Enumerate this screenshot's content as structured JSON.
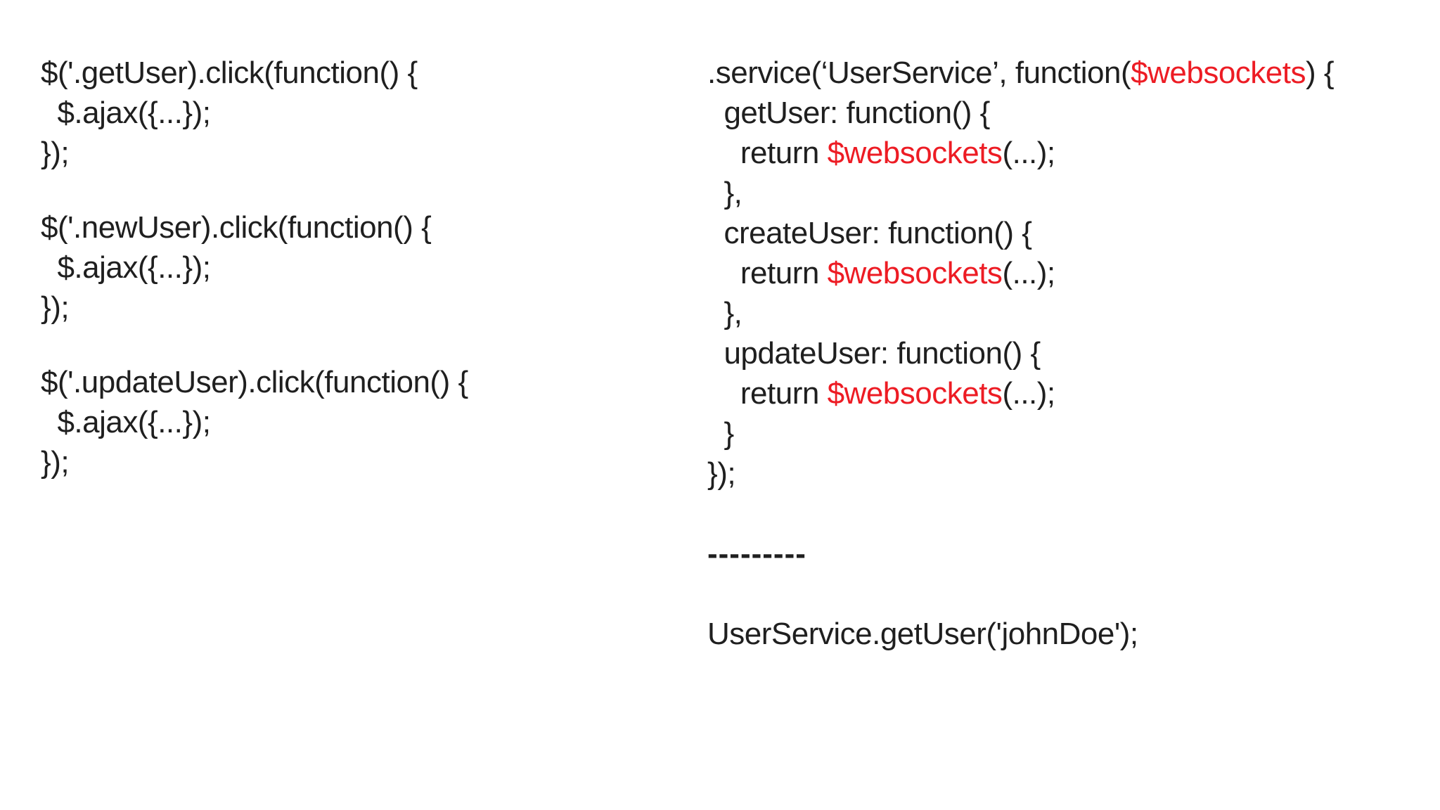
{
  "slide": {
    "background": "#ffffff",
    "text_color": "#1f1f1f",
    "highlight_red": "#ed1c24"
  },
  "left_column": {
    "description": "jquery-ajax-click-handlers",
    "blocks": [
      {
        "name": "getuser-click-handler-block",
        "lines": [
          [
            {
              "t": "$('.getUser).click(function() {"
            }
          ],
          [
            {
              "t": "  $.ajax({...});"
            }
          ],
          [
            {
              "t": "});"
            }
          ]
        ]
      },
      {
        "name": "newuser-click-handler-block",
        "lines": [
          [
            {
              "t": "$('.newUser).click(function() {"
            }
          ],
          [
            {
              "t": "  $.ajax({...});"
            }
          ],
          [
            {
              "t": "});"
            }
          ]
        ]
      },
      {
        "name": "updateuser-click-handler-block",
        "lines": [
          [
            {
              "t": "$('.updateUser).click(function() {"
            }
          ],
          [
            {
              "t": "  $.ajax({...});"
            }
          ],
          [
            {
              "t": "});"
            }
          ]
        ]
      }
    ]
  },
  "right_column": {
    "description": "angular-userservice-websockets",
    "blocks": [
      {
        "name": "user-service-definition-block",
        "lines": [
          [
            {
              "t": ".service(‘UserService’, function("
            },
            {
              "t": "$websockets",
              "red": true
            },
            {
              "t": ") {"
            }
          ],
          [
            {
              "t": "  getUser: function() {"
            }
          ],
          [
            {
              "t": "    return "
            },
            {
              "t": "$websockets",
              "red": true
            },
            {
              "t": "(...);"
            }
          ],
          [
            {
              "t": "  },"
            }
          ],
          [
            {
              "t": "  createUser: function() {"
            }
          ],
          [
            {
              "t": "    return "
            },
            {
              "t": "$websockets",
              "red": true
            },
            {
              "t": "(...);"
            }
          ],
          [
            {
              "t": "  },"
            }
          ],
          [
            {
              "t": "  updateUser: function() {"
            }
          ],
          [
            {
              "t": "    return "
            },
            {
              "t": "$websockets",
              "red": true
            },
            {
              "t": "(...);"
            }
          ],
          [
            {
              "t": "  }"
            }
          ],
          [
            {
              "t": "});"
            }
          ]
        ]
      },
      {
        "name": "dashed-divider",
        "divider": true,
        "lines": [
          [
            {
              "t": "---------"
            }
          ]
        ]
      },
      {
        "name": "service-usage-example-block",
        "lines": [
          [
            {
              "t": "UserService.getUser('johnDoe');"
            }
          ]
        ]
      }
    ]
  }
}
